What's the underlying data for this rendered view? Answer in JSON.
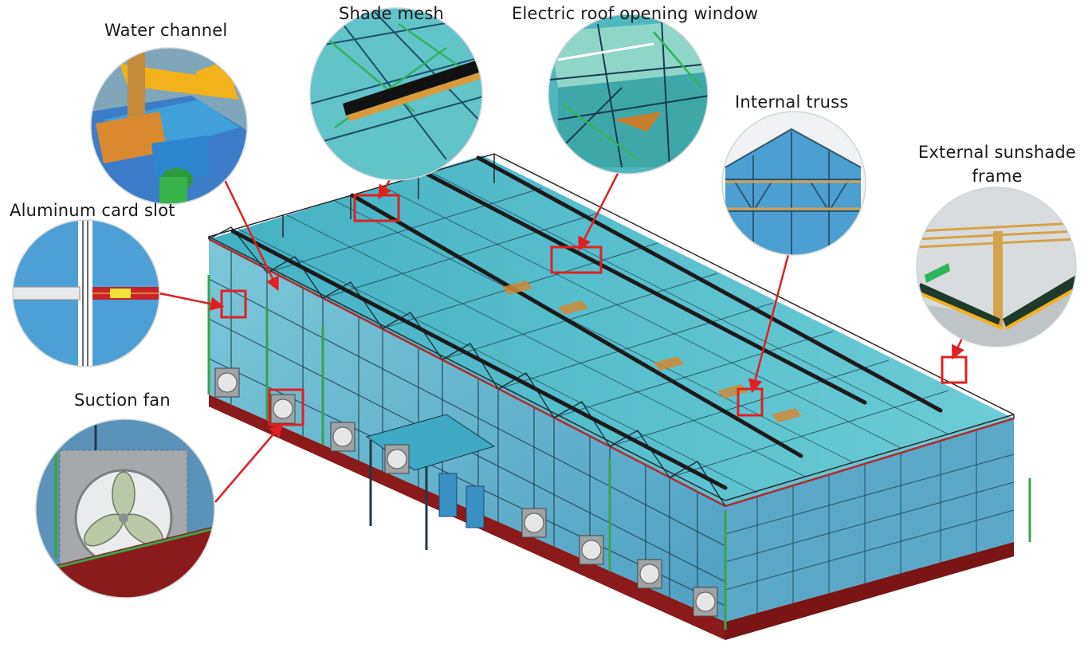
{
  "callouts": {
    "water_channel": "Water channel",
    "shade_mesh": "Shade mesh",
    "electric_roof_window": "Electric roof opening window",
    "internal_truss": "Internal truss",
    "external_sunshade_line1": "External sunshade",
    "external_sunshade_line2": "frame",
    "aluminum_card_slot": "Aluminum card slot",
    "suction_fan": "Suction fan"
  },
  "colors": {
    "glass": "#5fb6cf",
    "glass_light": "#8ed3df",
    "roof": "#4bb6c8",
    "frame_dark": "#1f3a4a",
    "base": "#8b1a1a",
    "green_post": "#3aa34a",
    "highlight_box": "#e02020",
    "arrow": "#e02020",
    "shade_bar": "#1b1b1b",
    "truss_wood": "#d4a24c"
  }
}
